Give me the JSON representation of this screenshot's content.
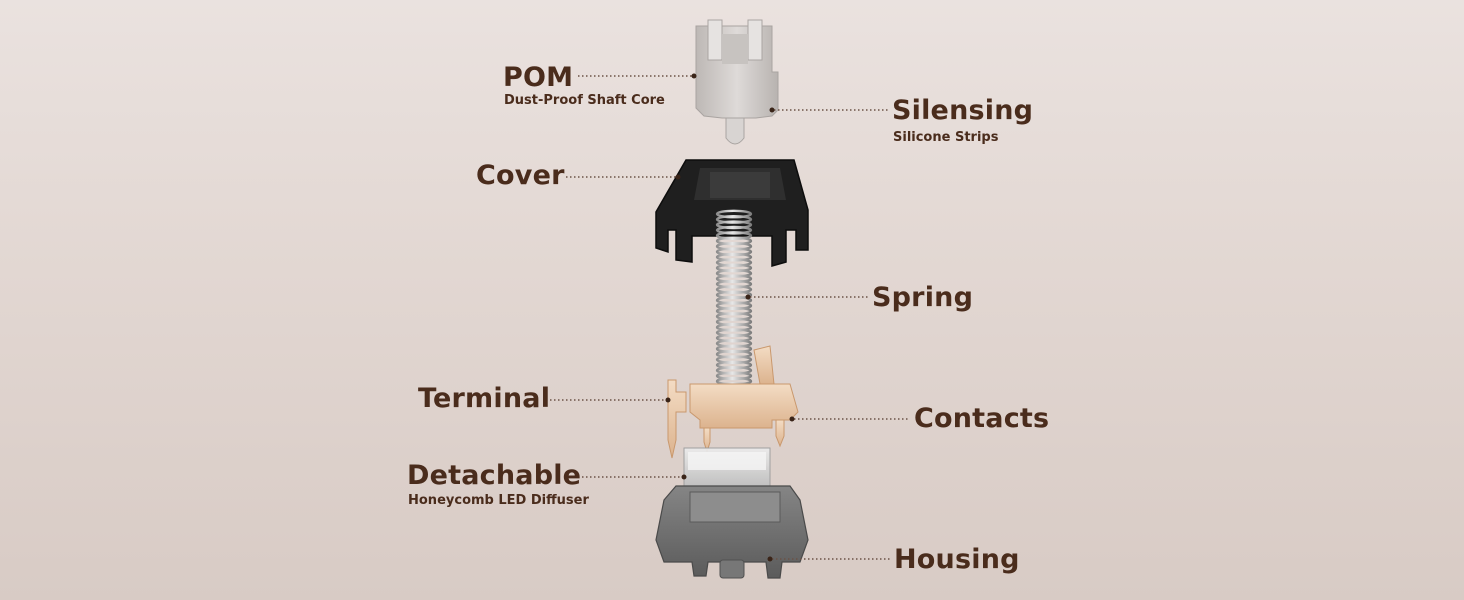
{
  "colors": {
    "text": "#4a2c1c",
    "leader": "#6b5246",
    "stem": "#d4d0ce",
    "cover": "#1c1c1c",
    "spring": "#b9b9b9",
    "metal": "#e9c7a6",
    "diffuser": "#d9d9d9",
    "housing": "#6e6e6e",
    "background_top": "#eae2df",
    "background_bottom": "#d8cbc5"
  },
  "labels": {
    "pom": {
      "title": "POM",
      "subtitle": "Dust-Proof Shaft Core"
    },
    "silensing": {
      "title": "Silensing",
      "subtitle": "Silicone Strips"
    },
    "cover": {
      "title": "Cover"
    },
    "spring": {
      "title": "Spring"
    },
    "terminal": {
      "title": "Terminal"
    },
    "contacts": {
      "title": "Contacts"
    },
    "detachable": {
      "title": "Detachable",
      "subtitle": "Honeycomb LED Diffuser"
    },
    "housing": {
      "title": "Housing"
    }
  }
}
